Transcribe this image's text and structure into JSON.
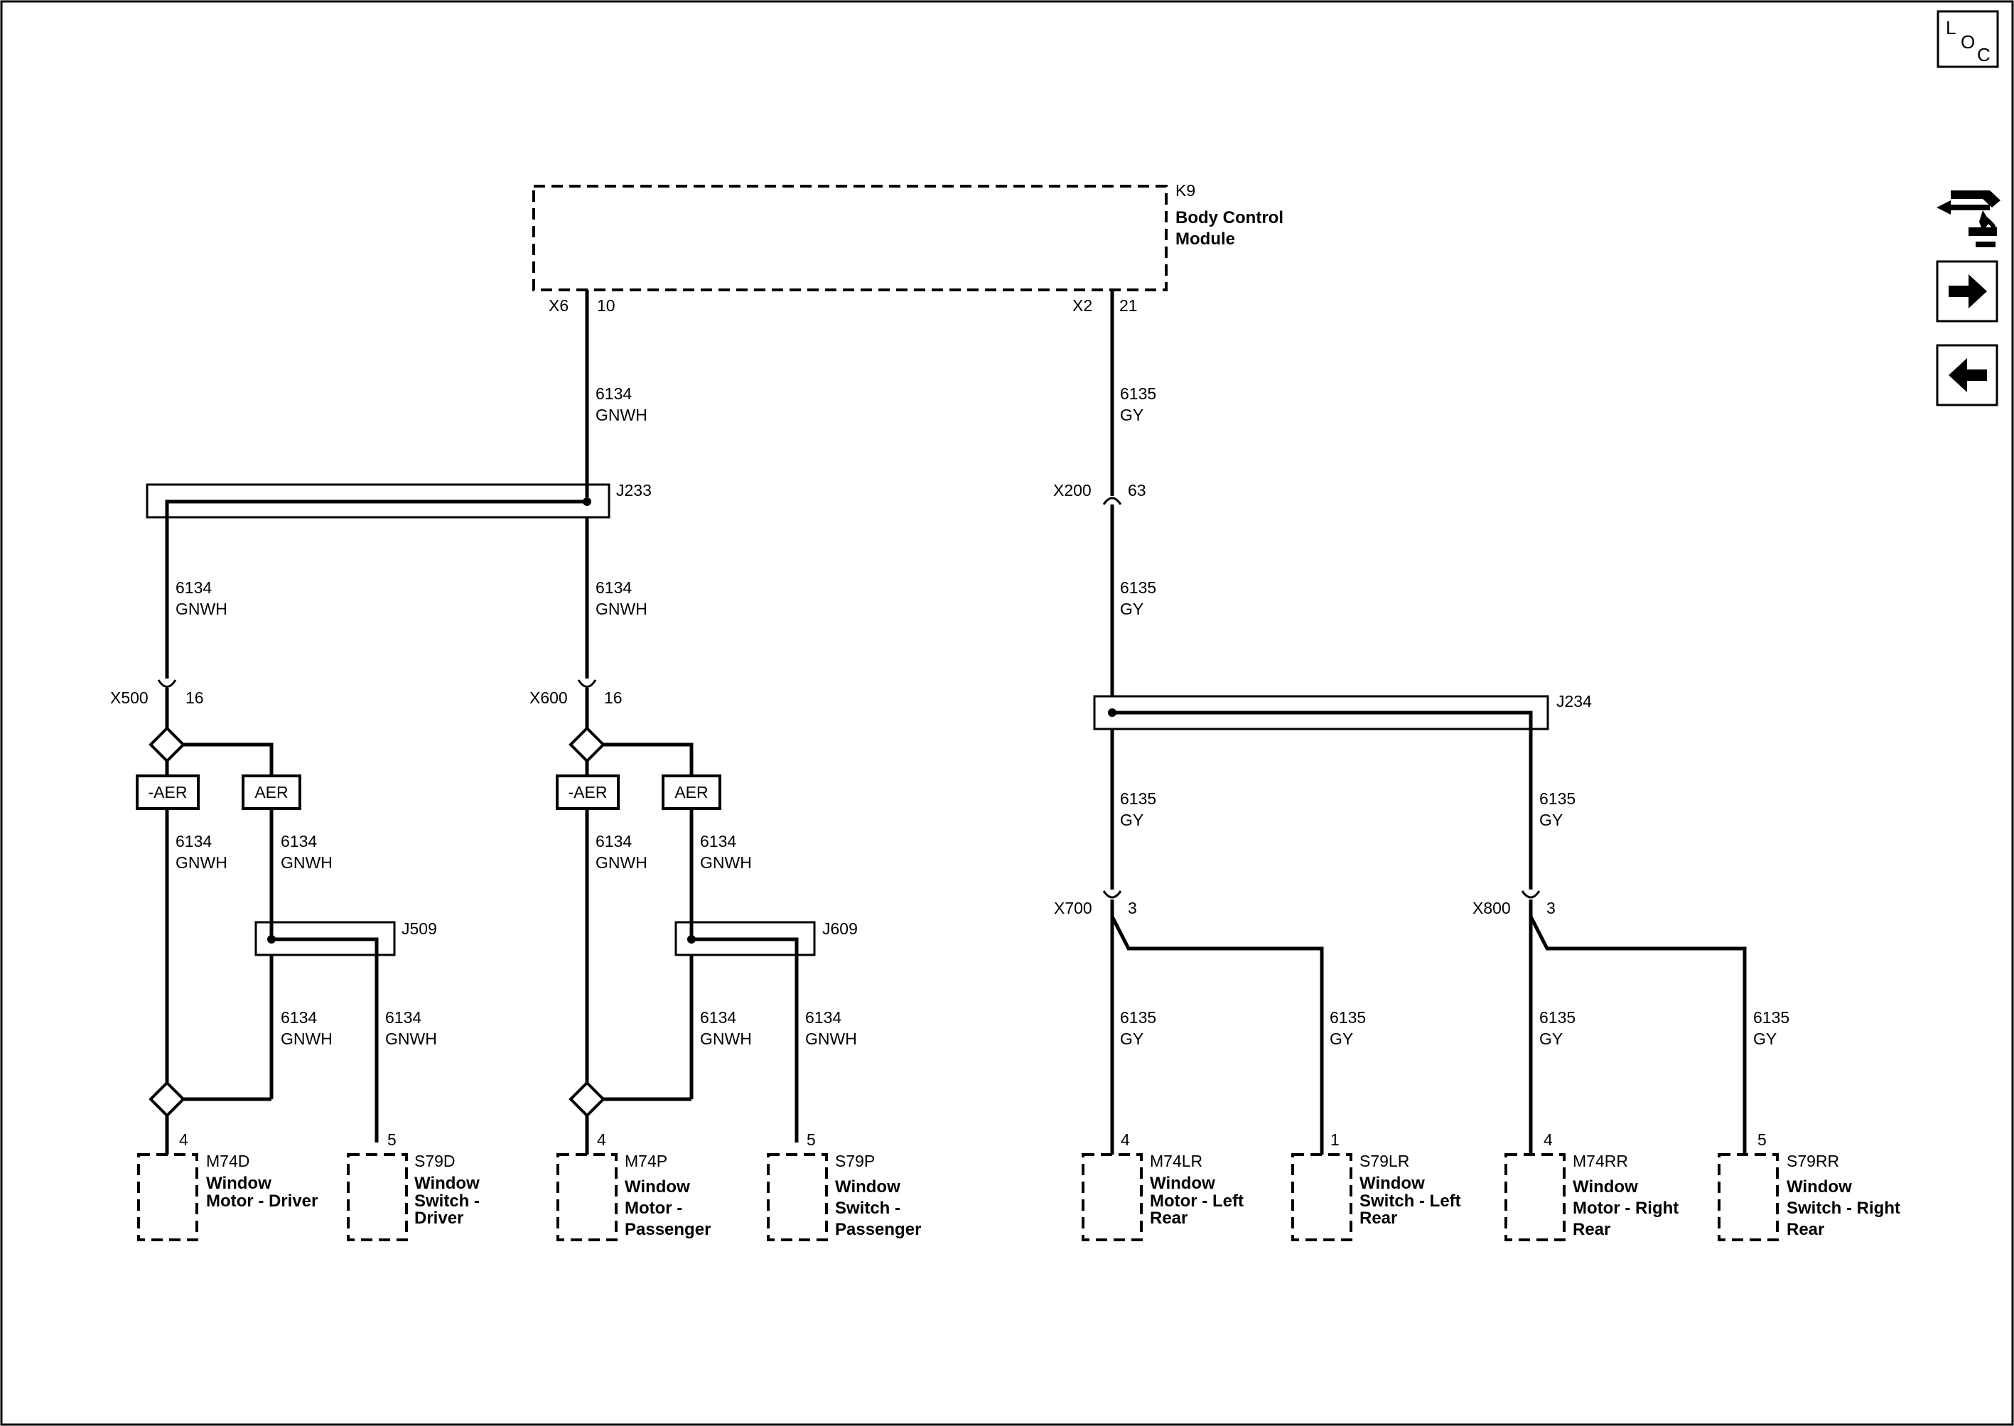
{
  "loc_button": {
    "l": "L",
    "o": "O",
    "c": "C"
  },
  "bcm": {
    "id": "K9",
    "name_line1": "Body Control",
    "name_line2": "Module",
    "conn_left": "X6",
    "pin_left": "10",
    "conn_right": "X2",
    "pin_right": "21"
  },
  "wires": {
    "gnwh_circuit": "6134",
    "gnwh_color": "GNWH",
    "gy_circuit": "6135",
    "gy_color": "GY"
  },
  "splices": {
    "j233": "J233",
    "j234": "J234",
    "j509": "J509",
    "j609": "J609"
  },
  "connectors": {
    "x500": "X500",
    "x500_pin": "16",
    "x600": "X600",
    "x600_pin": "16",
    "x200": "X200",
    "x200_pin": "63",
    "x700": "X700",
    "x700_pin": "3",
    "x800": "X800",
    "x800_pin": "3"
  },
  "options": {
    "not_aer": "-AER",
    "aer": "AER"
  },
  "components": {
    "m74d": {
      "id": "M74D",
      "l1": "Window",
      "l2": "Motor - Driver",
      "l3": "",
      "pin": "4"
    },
    "s79d": {
      "id": "S79D",
      "l1": "Window",
      "l2": "Switch -",
      "l3": "Driver",
      "pin": "5"
    },
    "m74p": {
      "id": "M74P",
      "l1": "Window",
      "l2": "Motor -",
      "l3": "Passenger",
      "pin": "4"
    },
    "s79p": {
      "id": "S79P",
      "l1": "Window",
      "l2": "Switch -",
      "l3": "Passenger",
      "pin": "5"
    },
    "m74lr": {
      "id": "M74LR",
      "l1": "Window",
      "l2": "Motor - Left",
      "l3": "Rear",
      "pin": "4"
    },
    "s79lr": {
      "id": "S79LR",
      "l1": "Window",
      "l2": "Switch - Left",
      "l3": "Rear",
      "pin": "1"
    },
    "m74rr": {
      "id": "M74RR",
      "l1": "Window",
      "l2": "Motor - Right",
      "l3": "Rear",
      "pin": "4"
    },
    "s79rr": {
      "id": "S79RR",
      "l1": "Window",
      "l2": "Switch - Right",
      "l3": "Rear",
      "pin": "5"
    }
  },
  "nav_icons": [
    "component-navigation-icon",
    "forward-arrow-icon",
    "back-arrow-icon"
  ]
}
